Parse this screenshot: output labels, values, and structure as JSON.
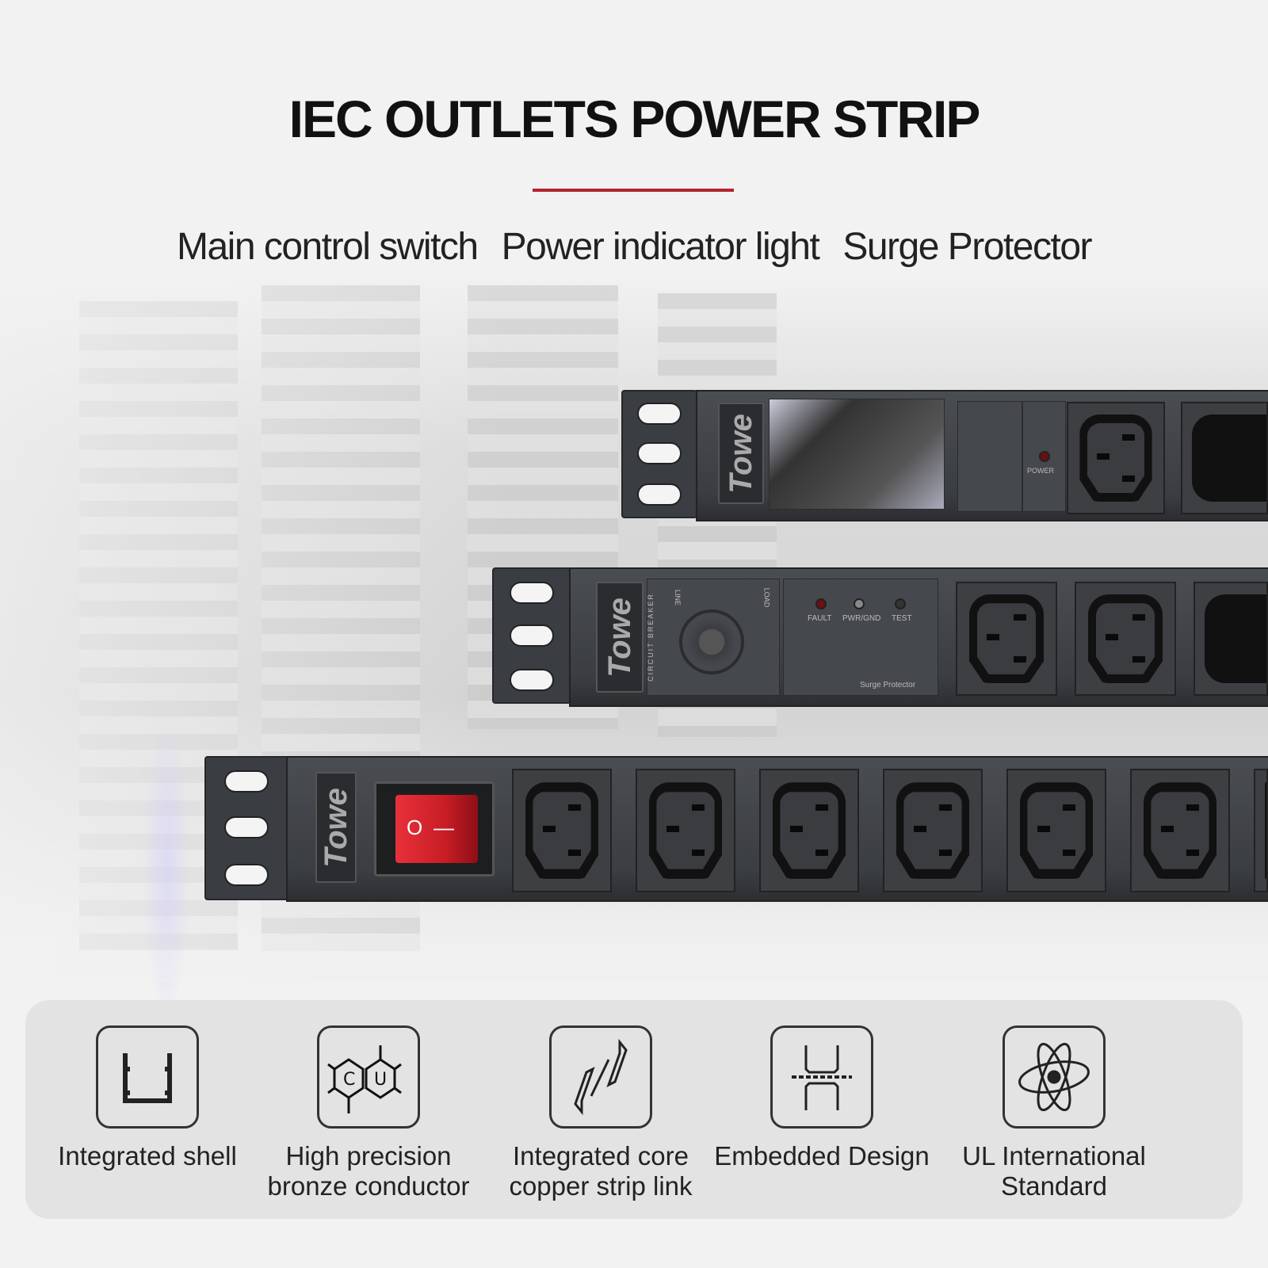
{
  "title": "IEC OUTLETS POWER STRIP",
  "subtitle": [
    "Main control switch",
    "Power indicator light",
    "Surge Protector"
  ],
  "brand": "Towe",
  "accent": "#b3242f",
  "strip_top": {
    "indicator": "POWER"
  },
  "strip_middle": {
    "breaker_label": "CIRCUIT BREAKER",
    "line": "LINE",
    "load": "LOAD",
    "leds": [
      "FAULT",
      "PWR/GND",
      "TEST"
    ],
    "panel_label": "Surge Protector"
  },
  "strip_bottom": {
    "switch_on": "—",
    "switch_off": "O"
  },
  "features": [
    {
      "label": "Integrated shell",
      "icon": "shell-profile-icon"
    },
    {
      "label": "High precision bronze conductor",
      "icon": "copper-molecule-icon"
    },
    {
      "label": "Integrated core copper strip link",
      "icon": "link-icon"
    },
    {
      "label": "Embedded Design",
      "icon": "embedded-icon"
    },
    {
      "label": "UL International Standard",
      "icon": "atom-icon"
    }
  ],
  "cu_letters": [
    "C",
    "U"
  ]
}
